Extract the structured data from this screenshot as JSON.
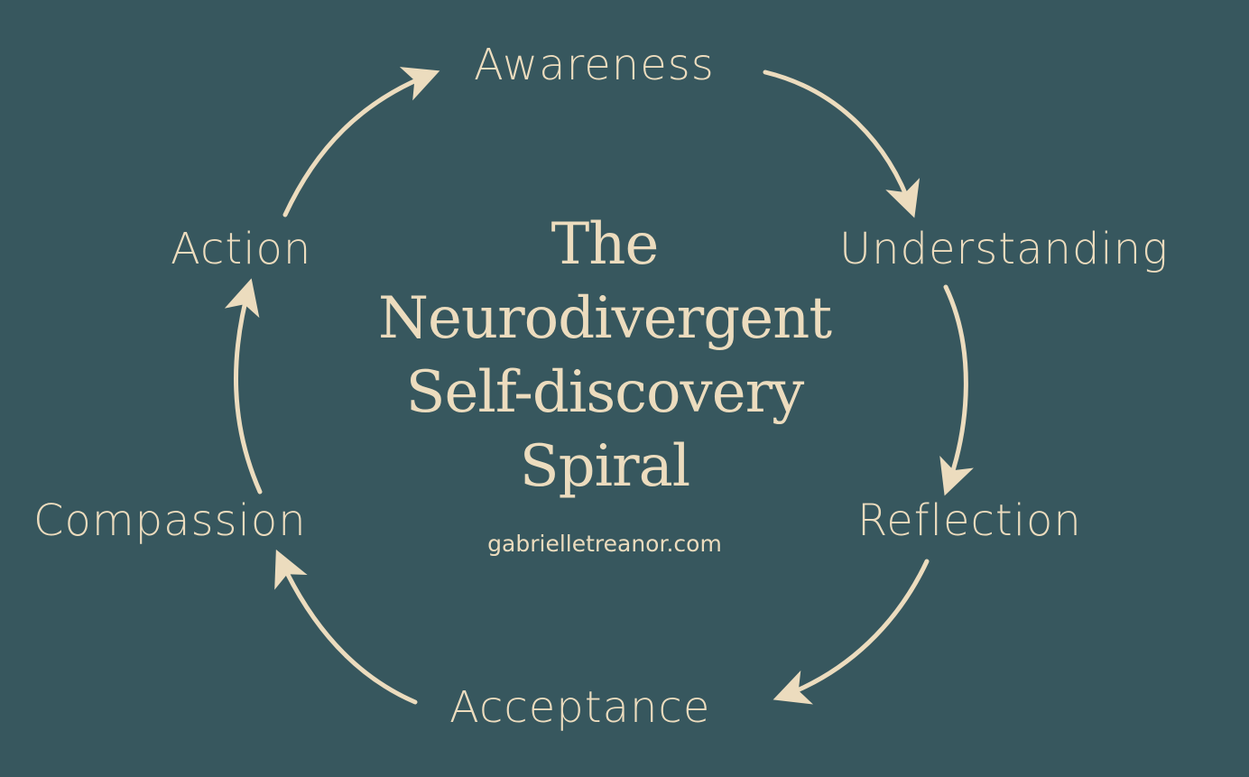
{
  "title_lines": [
    "The",
    "Neurodivergent",
    "Self-discovery",
    "Spiral"
  ],
  "website": "gabrielletreanor.com",
  "stages": {
    "awareness": "Awareness",
    "understanding": "Understanding",
    "reflection": "Reflection",
    "acceptance": "Acceptance",
    "compassion": "Compassion",
    "action": "Action"
  },
  "flow": [
    [
      "Awareness",
      "Understanding"
    ],
    [
      "Understanding",
      "Reflection"
    ],
    [
      "Reflection",
      "Acceptance"
    ],
    [
      "Acceptance",
      "Compassion"
    ],
    [
      "Compassion",
      "Action"
    ],
    [
      "Action",
      "Awareness"
    ]
  ],
  "colors": {
    "background": "#37575e",
    "foreground": "#ecdcbe"
  }
}
